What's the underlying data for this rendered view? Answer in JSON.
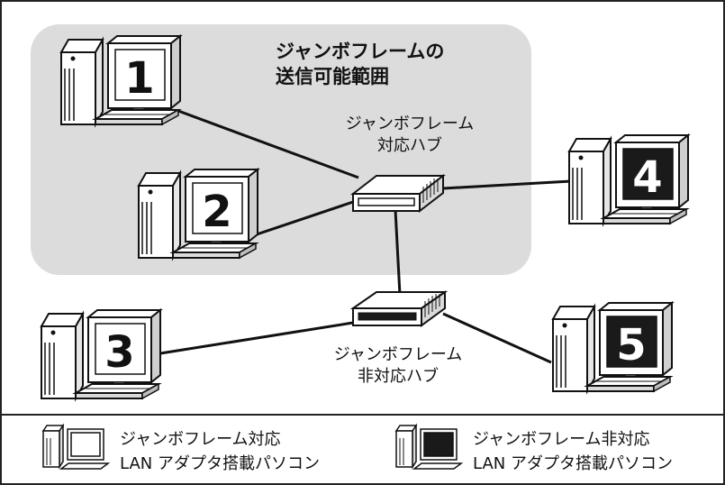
{
  "region": {
    "title_line1": "ジャンボフレームの",
    "title_line2": "送信可能範囲"
  },
  "hubs": {
    "jumbo": {
      "line1": "ジャンボフレーム",
      "line2": "対応ハブ"
    },
    "non_jumbo": {
      "line1": "ジャンボフレーム",
      "line2": "非対応ハブ"
    }
  },
  "computers": [
    {
      "number": "1",
      "jumbo_support": true
    },
    {
      "number": "2",
      "jumbo_support": true
    },
    {
      "number": "3",
      "jumbo_support": true
    },
    {
      "number": "4",
      "jumbo_support": false
    },
    {
      "number": "5",
      "jumbo_support": false
    }
  ],
  "legend": {
    "supported_line1": "ジャンボフレーム対応",
    "supported_line2": "LAN アダプタ搭載パソコン",
    "unsupported_line1": "ジャンボフレーム非対応",
    "unsupported_line2": "LAN アダプタ搭載パソコン"
  },
  "colors": {
    "region_fill": "#dcdcdc",
    "ink": "#111111",
    "light_screen": "#ffffff",
    "dark_screen": "#1a1a1a"
  }
}
